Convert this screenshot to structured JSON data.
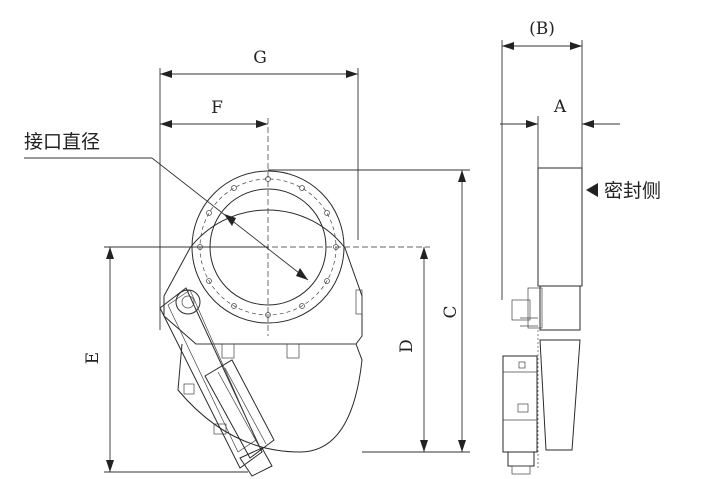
{
  "labels": {
    "g": "G",
    "f": "F",
    "b": "(B)",
    "a": "A",
    "c": "C",
    "d": "D",
    "e": "E",
    "port_diameter": "接口直径",
    "seal_side": "密封侧"
  }
}
